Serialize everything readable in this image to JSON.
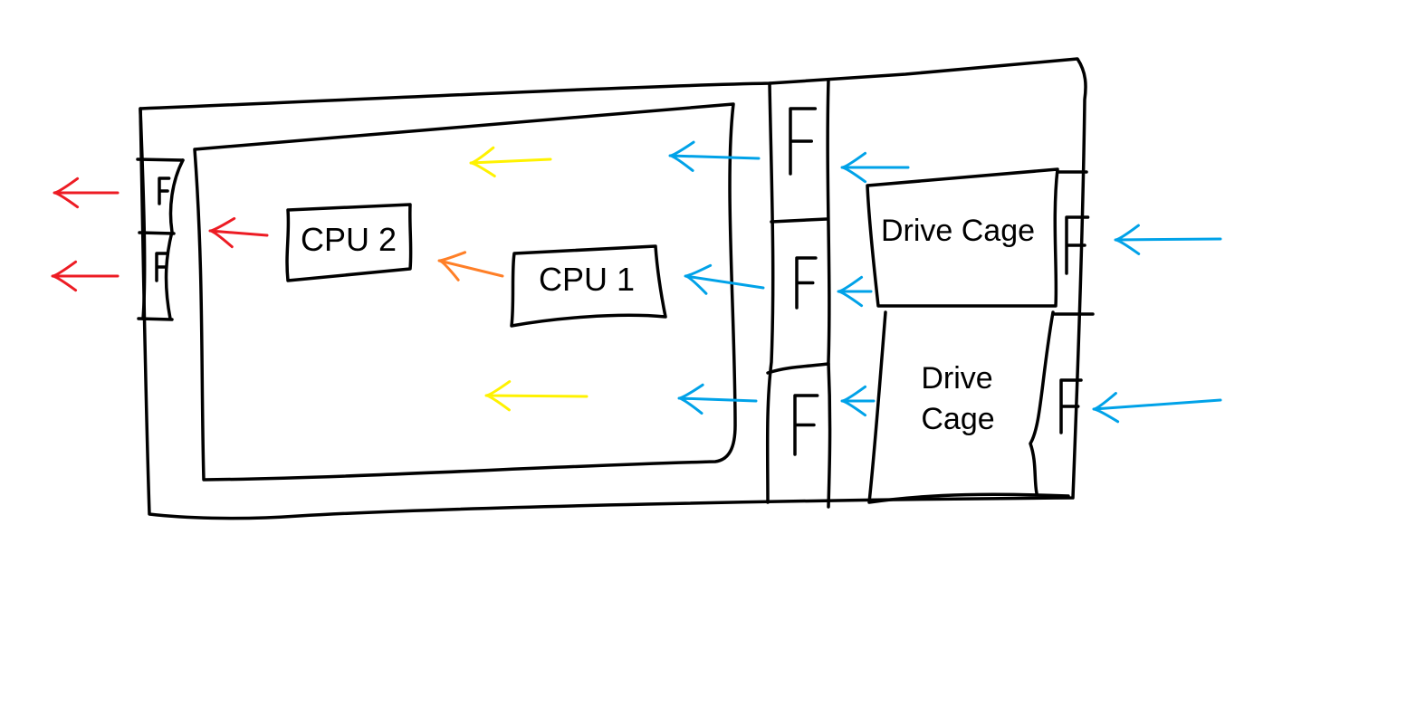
{
  "labels": {
    "cpu2": "CPU 2",
    "cpu1": "CPU 1",
    "drive_cage_top": "Drive Cage",
    "drive_cage_bottom_line1": "Drive",
    "drive_cage_bottom_line2": "Cage",
    "fan": "F"
  },
  "colors": {
    "outline": "#000000",
    "exhaust_hot": "#ed1c24",
    "warm": "#ff7f27",
    "mild": "#fff200",
    "intake_cool": "#00a2e8",
    "background": "#ffffff"
  }
}
